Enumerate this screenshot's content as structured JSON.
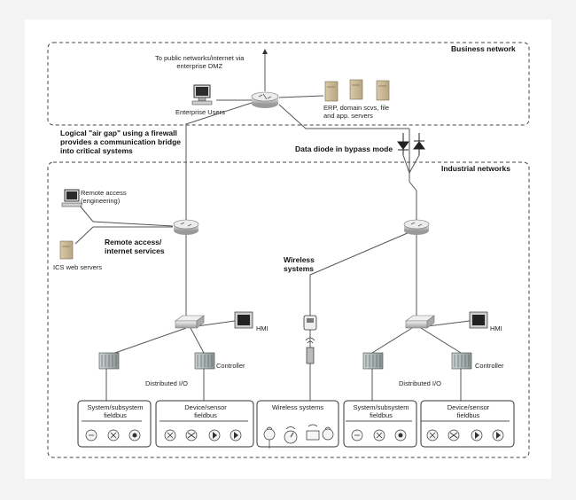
{
  "zones": {
    "business": "Business network",
    "industrial": "Industrial networks"
  },
  "labels": {
    "public": "To public networks/internet via\nenterprise DMZ",
    "enterprise_users": "Enterprise Users",
    "servers": "ERP, domain scvs, file\nand app. servers",
    "air_gap": "Logical \"air gap\" using a firewall\nprovides a communication bridge\ninto critical systems",
    "data_diode": "Data diode in bypass mode",
    "remote_eng": "Remote access\n(engineering)",
    "remote_svc": "Remote access/\ninternet services",
    "ics_web": "ICS web servers",
    "wireless_systems_top": "Wireless\nsystems",
    "hmi_left": "HMI",
    "hmi_right": "HMI",
    "controller_left": "Controller",
    "controller_right": "Controller",
    "dio_left": "Distributed I/O",
    "dio_right": "Distributed I/O",
    "fb_sys_left": "System/subsystem\nfieldbus",
    "fb_dev_left": "Device/sensor\nfieldbus",
    "wireless_systems_box": "Wireless systems",
    "fb_sys_right": "System/subsystem\nfieldbus",
    "fb_dev_right": "Device/sensor\nfieldbus"
  },
  "colors": {
    "background": "#f3f3f3",
    "canvas": "#ffffff",
    "line": "#555555",
    "dashed": "#444444"
  }
}
